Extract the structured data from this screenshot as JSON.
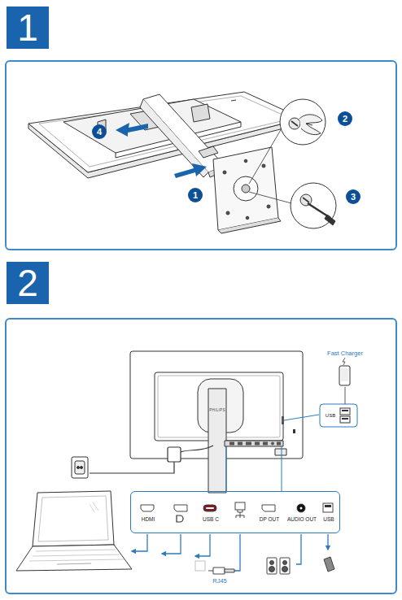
{
  "diagram": {
    "nodes": [
      {
        "text": [
          "1"
        ]
      },
      {
        "text": [
          "1"
        ]
      },
      {
        "text": [
          "2"
        ]
      },
      {
        "text": [
          "3"
        ]
      },
      {
        "text": [
          "4"
        ]
      },
      {
        "text": [
          "2"
        ]
      },
      {
        "text": [
          "HDMI",
          "USB C",
          "DP OUT",
          "AUDIO OUT",
          "USB"
        ]
      }
    ],
    "labels": [
      "PHILIPS",
      "Fast Charger",
      "USB",
      "RJ45"
    ]
  }
}
